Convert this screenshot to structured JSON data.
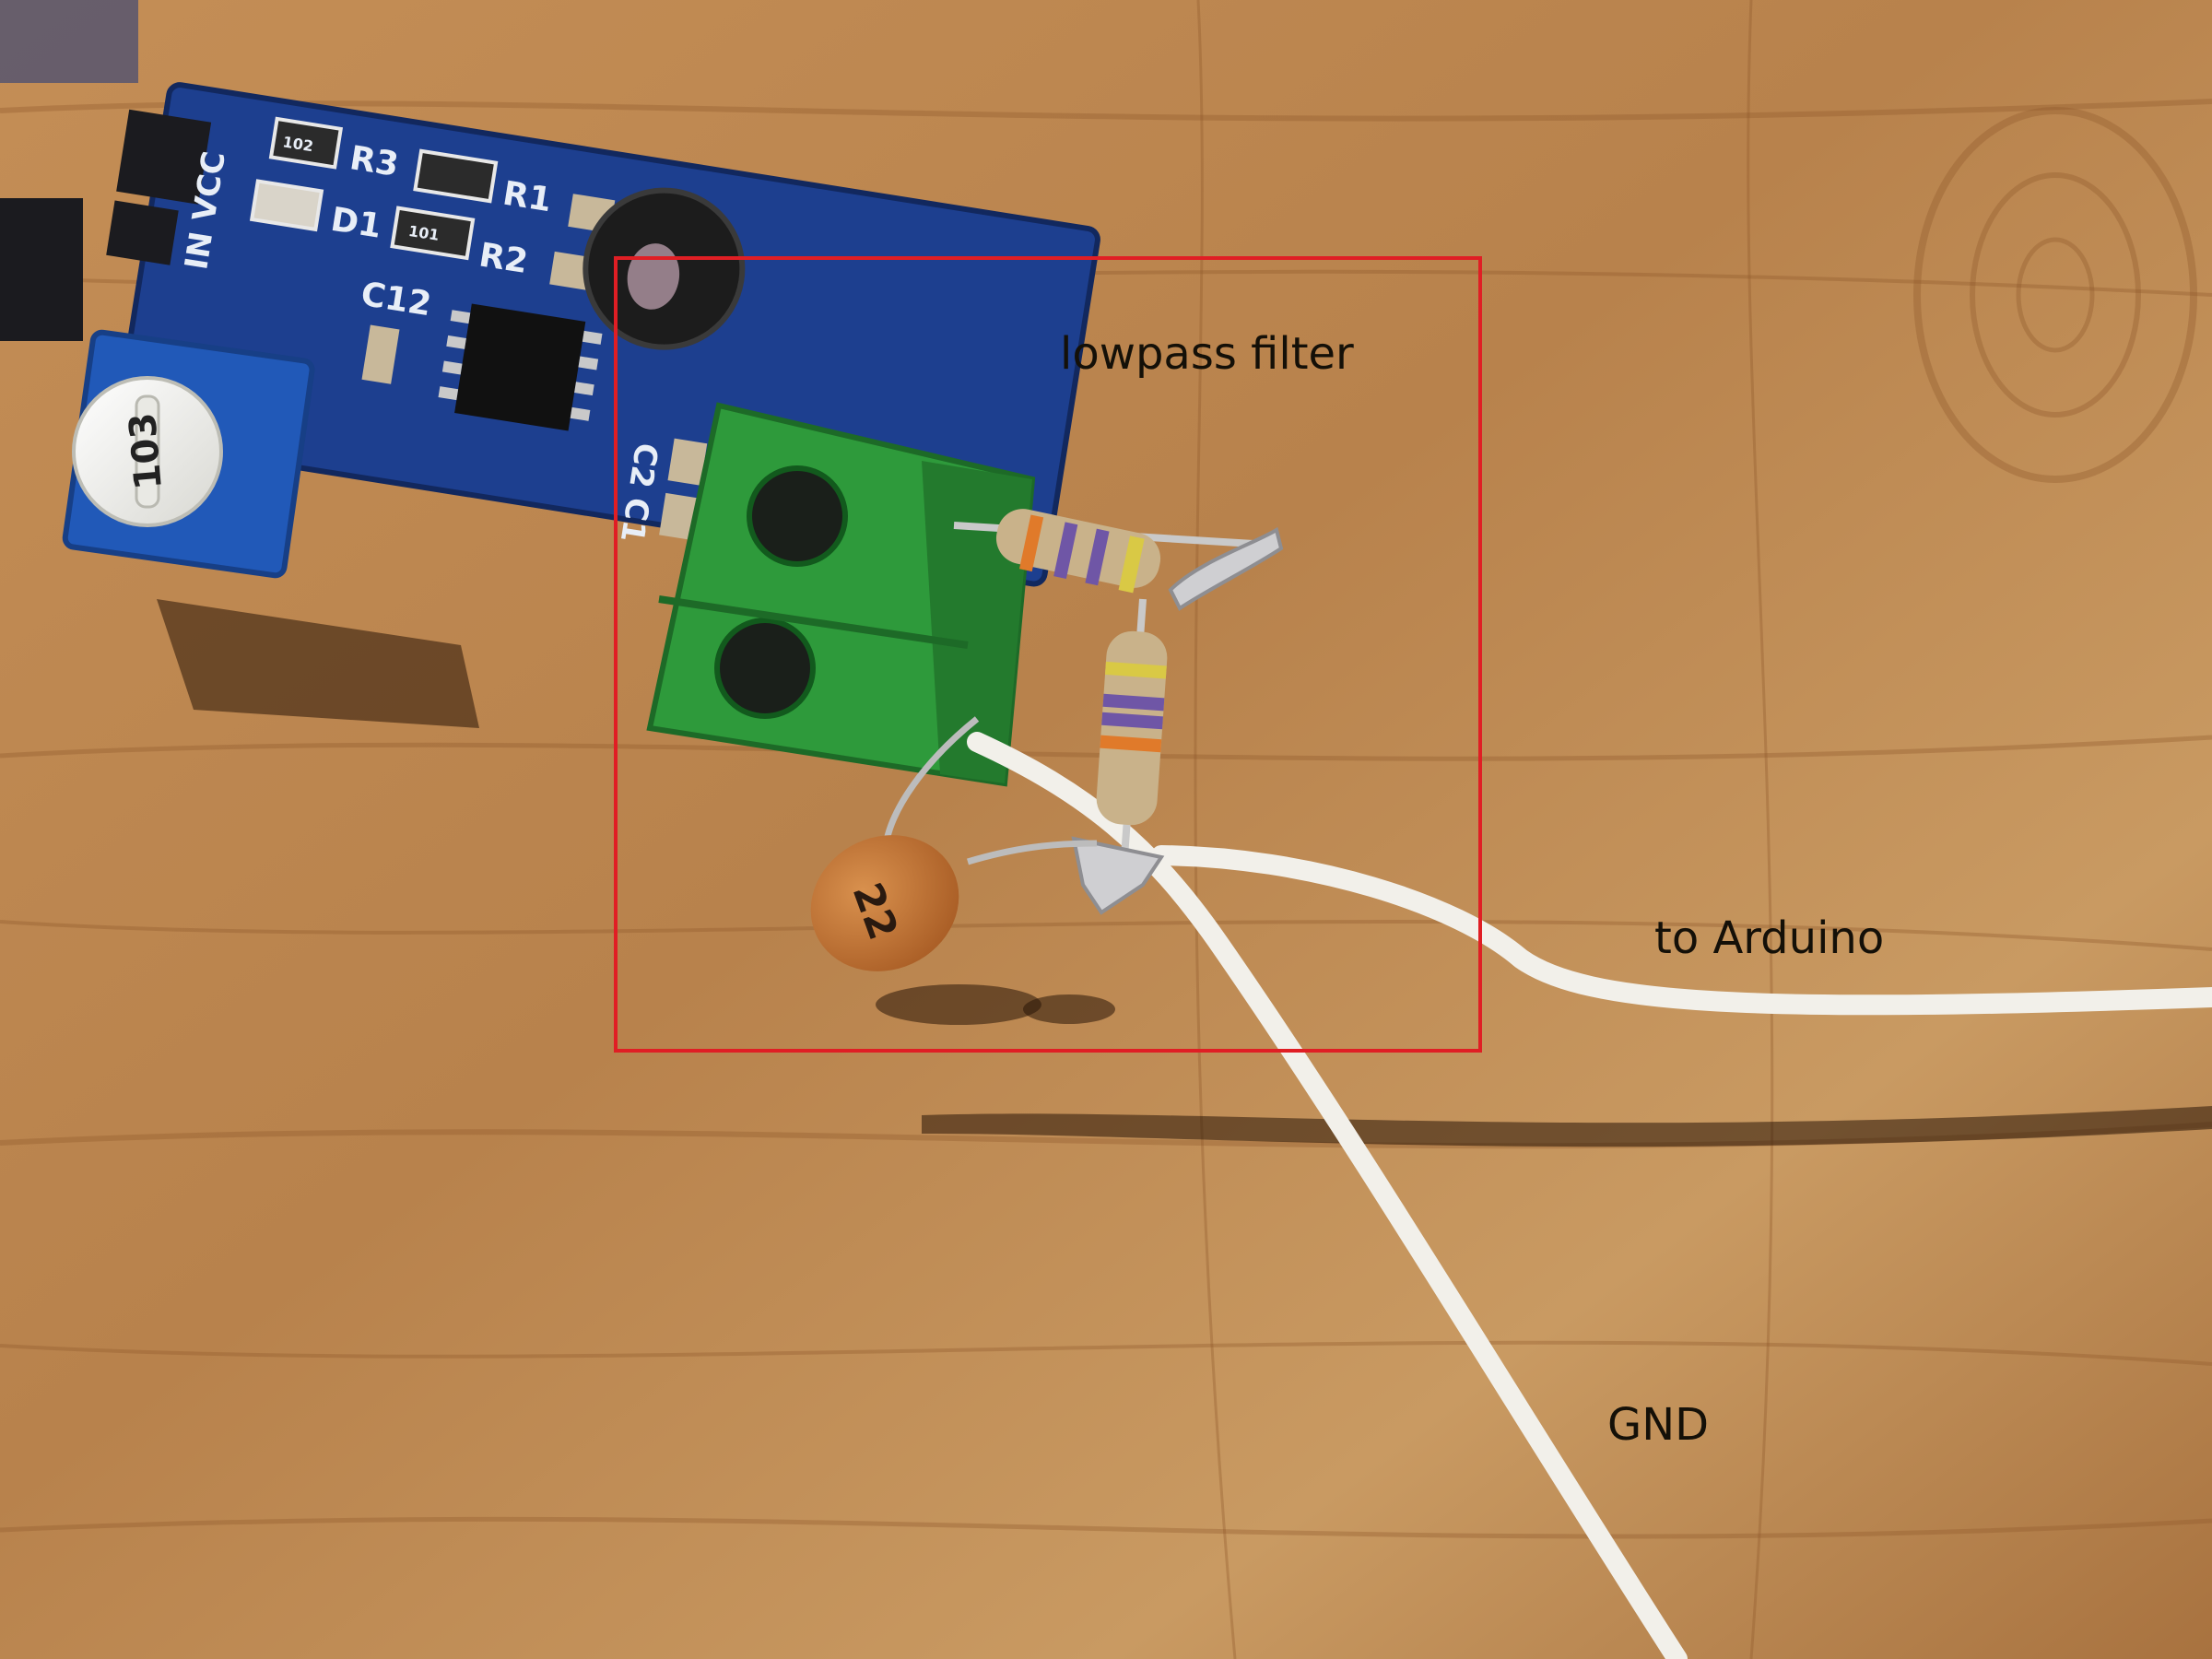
{
  "annotations": {
    "filter_label": "lowpass filter",
    "arduino_label": "to Arduino",
    "gnd_label": "GND"
  },
  "board_silkscreen": {
    "pins": "IN VCC",
    "r3": "R3",
    "r1": "R1",
    "r2": "R2",
    "d1": "D1",
    "c12": "C12",
    "c2": "C2",
    "c1": "C1",
    "trimpot": "103",
    "resistor_code_1": "102",
    "resistor_code_2": "101",
    "capacitor_code": "22"
  },
  "colors": {
    "highlight_box": "#e01e24",
    "pcb": "#1d3f8f",
    "terminal_block": "#2e9a3b",
    "wire": "#f2f0ea",
    "wood": "#b9854f"
  }
}
